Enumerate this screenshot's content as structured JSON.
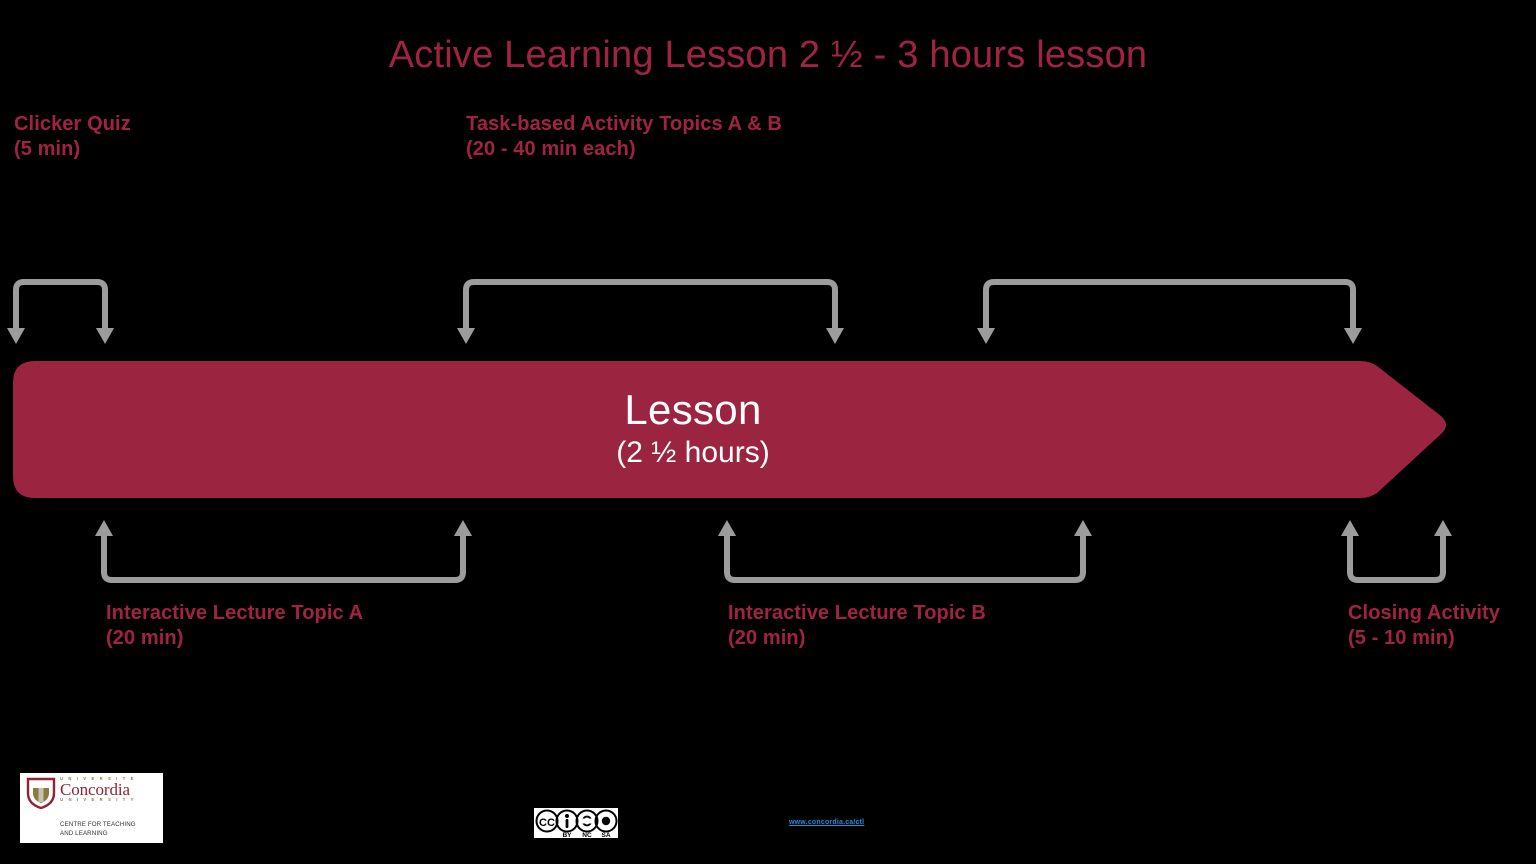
{
  "slide": {
    "background_color": "#000000",
    "accent_color": "#A02442",
    "arrow_color": "#9B2540",
    "connector_color": "#9C9C9C",
    "title": "Active Learning Lesson 2 ½ - 3 hours lesson"
  },
  "lesson_arrow": {
    "name": "Lesson",
    "duration": "(2 ½ hours)"
  },
  "top_labels": [
    {
      "id": "clicker-quiz",
      "title": "Clicker Quiz",
      "duration": "(5 min)"
    },
    {
      "id": "task-based-activity",
      "title": "Task-based Activity Topics A & B",
      "duration": "(20 - 40 min each)"
    }
  ],
  "bottom_labels": [
    {
      "id": "interactive-lecture-topic-a",
      "title": "Interactive Lecture Topic A",
      "duration": "(20 min)"
    },
    {
      "id": "interactive-lecture-topic-b",
      "title": "Interactive Lecture Topic B",
      "duration": "(20 min)"
    },
    {
      "id": "closing-activity",
      "title": "Closing Activity",
      "duration": "(5 - 10 min)"
    }
  ],
  "connectors": {
    "top_brackets": 3,
    "bottom_brackets": 3,
    "top_arrow_direction": "down",
    "bottom_arrow_direction": "up"
  },
  "footer": {
    "logo": {
      "universite": "U N I V E R S I T E",
      "wordmark": "Concordia",
      "university": "U N I V E R S I T Y",
      "unit_line1": "CENTRE FOR TEACHING",
      "unit_line2": "AND LEARNING"
    },
    "license": {
      "name": "cc-by-nc-sa-badge",
      "cc": "CC",
      "by": "BY",
      "nc": "NC",
      "sa": "SA"
    },
    "url": "www.concordia.ca/ctl"
  }
}
